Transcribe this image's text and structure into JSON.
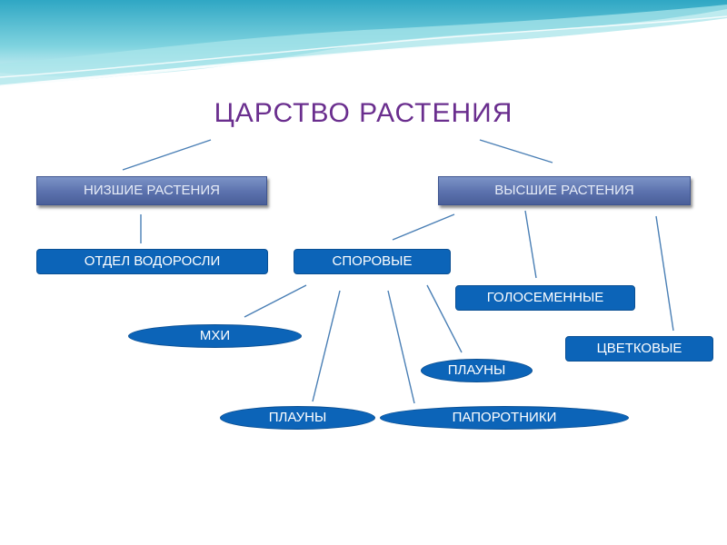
{
  "title": "ЦАРСТВО  РАСТЕНИЯ",
  "nodes": {
    "lower_plants": "НИЗШИЕ РАСТЕНИЯ",
    "higher_plants": "ВЫСШИЕ РАСТЕНИЯ",
    "algae": "ОТДЕЛ ВОДОРОСЛИ",
    "spore": "СПОРОВЫЕ",
    "gymnosperms": "ГОЛОСЕМЕННЫЕ",
    "flowering": "ЦВЕТКОВЫЕ",
    "mosses": "МХИ",
    "lycopods_right": "ПЛАУНЫ",
    "lycopods_left": "ПЛАУНЫ",
    "ferns": "ПАПОРОТНИКИ"
  },
  "colors": {
    "title": "#6a2e8e",
    "box_fill": "#0c64b8",
    "bar_fill": "#5b71ad",
    "connector": "#4a7fb5",
    "wave": "#5fc6d6"
  }
}
